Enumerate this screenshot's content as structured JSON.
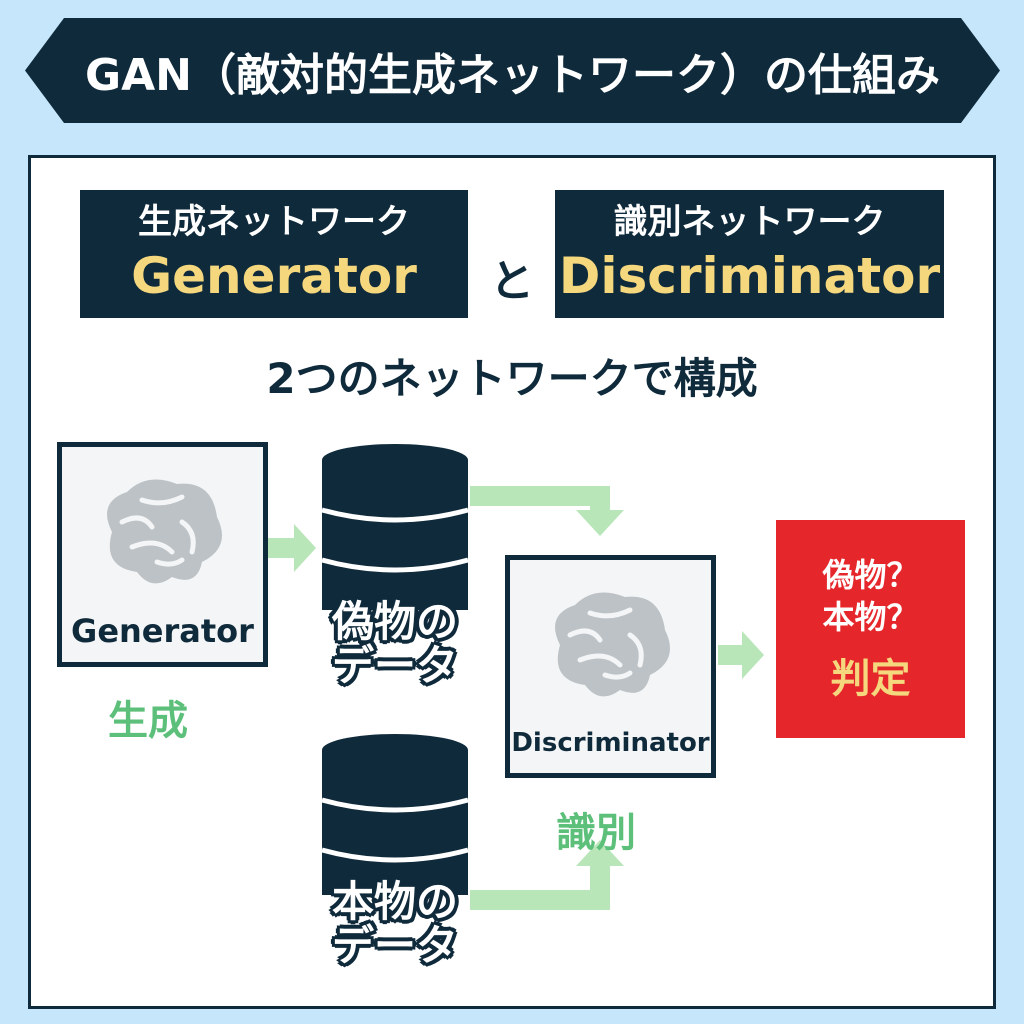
{
  "title": "GAN（敵対的生成ネットワーク）の仕組み",
  "networks": {
    "generator": {
      "sub": "生成ネットワーク",
      "name": "Generator"
    },
    "connector": "と",
    "discriminator": {
      "sub": "識別ネットワーク",
      "name": "Discriminator"
    }
  },
  "subtitle": "2つのネットワークで構成",
  "flow": {
    "generator_card": {
      "label": "Generator",
      "caption": "生成"
    },
    "fake_data": {
      "line1": "偽物の",
      "line2": "データ"
    },
    "real_data": {
      "line1": "本物の",
      "line2": "データ"
    },
    "discriminator_card": {
      "label": "Discriminator",
      "caption": "識別"
    },
    "result": {
      "q1": "偽物？",
      "q2": "本物？",
      "verdict": "判定"
    }
  },
  "colors": {
    "navy": "#0f2a3b",
    "background": "#c6e7fb",
    "accent_yellow": "#f5d77e",
    "green": "#5cbf7a",
    "arrow": "#b9e6b9",
    "red": "#e5262a"
  }
}
